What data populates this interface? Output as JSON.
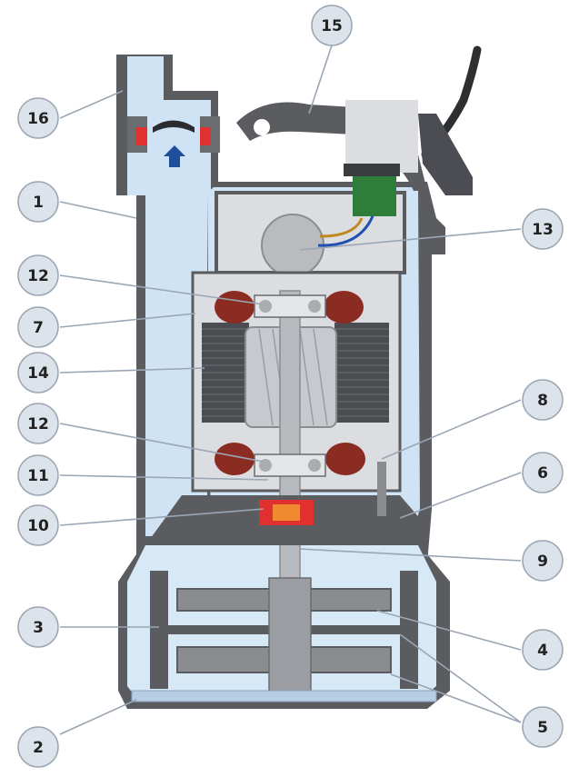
{
  "colors": {
    "casing": "#5a5c60",
    "casing_light": "#7b7e83",
    "water": "#cfe3f5",
    "motor_housing": "#dcdde0",
    "stator": "#4b4d52",
    "winding": "#8b2c22",
    "seal_red": "#e03030",
    "arrow_blue": "#1f4f9c",
    "badge_fill": "#dde3ea",
    "leader_line": "#9aa6b4"
  },
  "callouts": [
    {
      "id": "c1",
      "label": "1"
    },
    {
      "id": "c2",
      "label": "2"
    },
    {
      "id": "c3",
      "label": "3"
    },
    {
      "id": "c4",
      "label": "4"
    },
    {
      "id": "c5",
      "label": "5"
    },
    {
      "id": "c6",
      "label": "6"
    },
    {
      "id": "c7",
      "label": "7"
    },
    {
      "id": "c8",
      "label": "8"
    },
    {
      "id": "c9",
      "label": "9"
    },
    {
      "id": "c10",
      "label": "10"
    },
    {
      "id": "c11",
      "label": "11"
    },
    {
      "id": "c12a",
      "label": "12"
    },
    {
      "id": "c12b",
      "label": "12"
    },
    {
      "id": "c13",
      "label": "13"
    },
    {
      "id": "c14",
      "label": "14"
    },
    {
      "id": "c15",
      "label": "15"
    },
    {
      "id": "c16",
      "label": "16"
    }
  ]
}
